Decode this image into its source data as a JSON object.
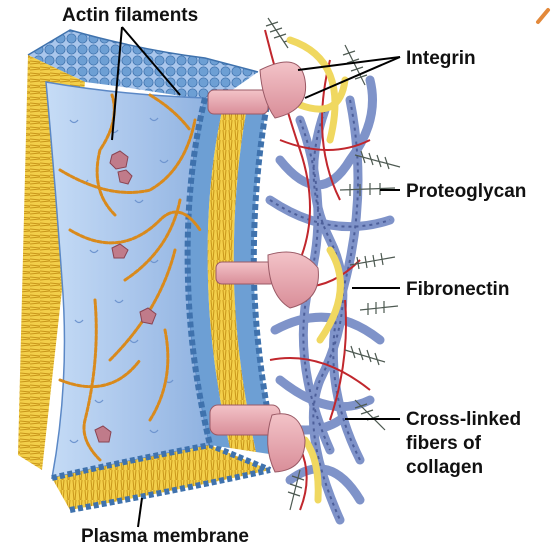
{
  "labels": {
    "actin": "Actin filaments",
    "integrin": "Integrin",
    "proteoglycan": "Proteoglycan",
    "fibronectin": "Fibronectin",
    "collagen_1": "Cross-linked",
    "collagen_2": "fibers of",
    "collagen_3": "collagen",
    "membrane": "Plasma membrane"
  },
  "colors": {
    "cytoplasm": "#a9c6ec",
    "head_blue": "#6d9fd4",
    "tail_yellow": "#e8b928",
    "actin": "#d98a1c",
    "integrin": "#e7a7b0",
    "fibronectin": "#f0d860",
    "collagen": "#7f93c9",
    "proteoglycan": "#4e5a52",
    "red_fiber": "#c1272d",
    "corner_mark": "#e3893a"
  }
}
